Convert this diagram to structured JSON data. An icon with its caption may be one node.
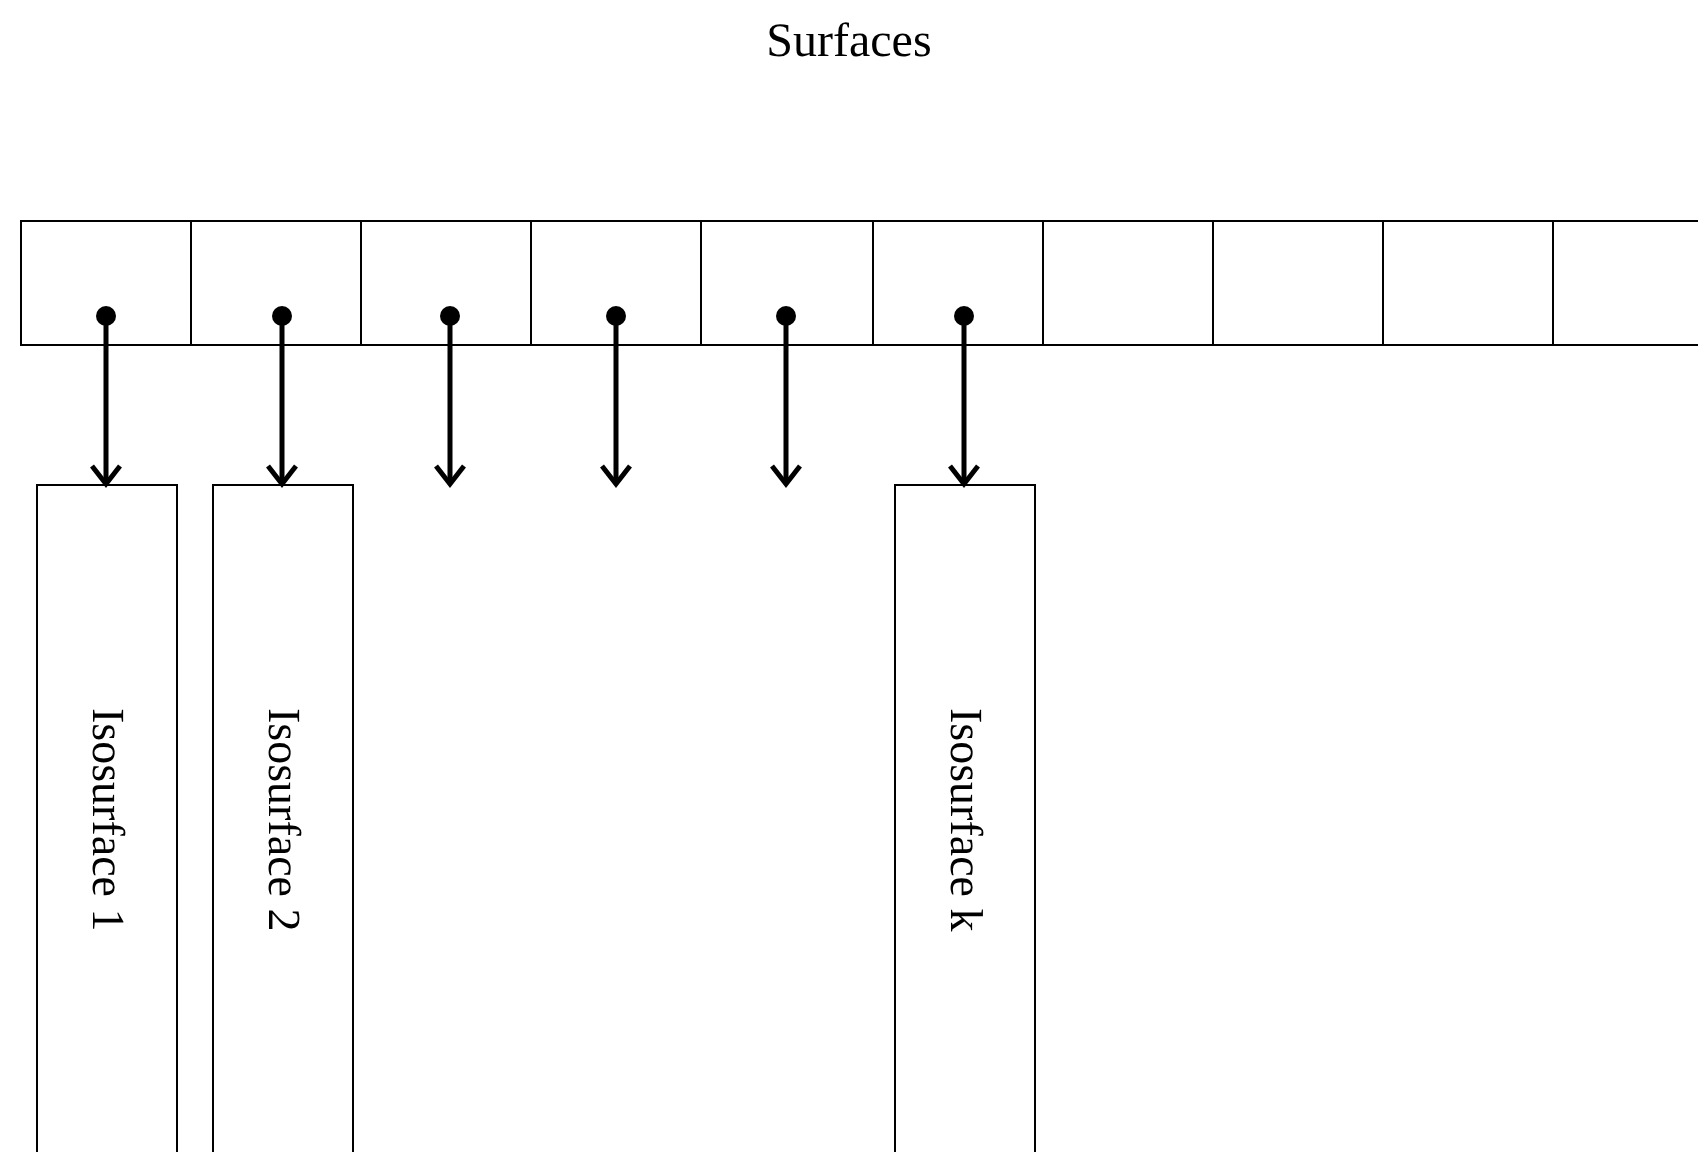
{
  "diagram": {
    "title": "Surfaces",
    "nodes": [
      {
        "text": [],
        "shape": "box"
      },
      {
        "text": [],
        "shape": "box"
      },
      {
        "text": [],
        "shape": "box"
      },
      {
        "text": [],
        "shape": "box"
      },
      {
        "text": [],
        "shape": "box"
      },
      {
        "text": [],
        "shape": "box"
      },
      {
        "text": [],
        "shape": "box"
      },
      {
        "text": [],
        "shape": "box"
      },
      {
        "text": [],
        "shape": "box"
      },
      {
        "text": [],
        "shape": "box"
      },
      {
        "text": [
          "Isosurface 1"
        ]
      },
      {
        "text": [
          "Isosurface 2"
        ]
      },
      {
        "text": [
          "Isosurface k"
        ]
      }
    ],
    "edges": [
      {
        "from": 0,
        "to": 10,
        "arrow": "to"
      },
      {
        "from": 1,
        "to": 11,
        "arrow": "to"
      },
      {
        "from": 2,
        "to": null,
        "arrow": "to"
      },
      {
        "from": 3,
        "to": null,
        "arrow": "to"
      },
      {
        "from": 4,
        "to": null,
        "arrow": "to"
      },
      {
        "from": 5,
        "to": 12,
        "arrow": "to"
      }
    ]
  }
}
